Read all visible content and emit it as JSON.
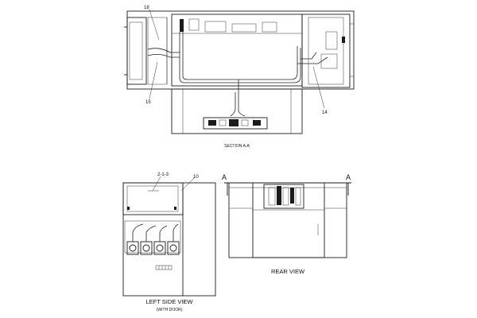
{
  "top_view": {
    "caption": "SECTION A-A",
    "callouts": {
      "c18": "18",
      "c15": "15",
      "c14": "14"
    }
  },
  "left_view": {
    "caption": "LEFT SIDE VIEW",
    "subcaption": "(WITH DOOR)",
    "callouts": {
      "c213": "2-1-3",
      "c10": "10"
    }
  },
  "rear_view": {
    "caption": "REAR VIEW",
    "section_marks": {
      "left": "A",
      "right": "A"
    }
  }
}
